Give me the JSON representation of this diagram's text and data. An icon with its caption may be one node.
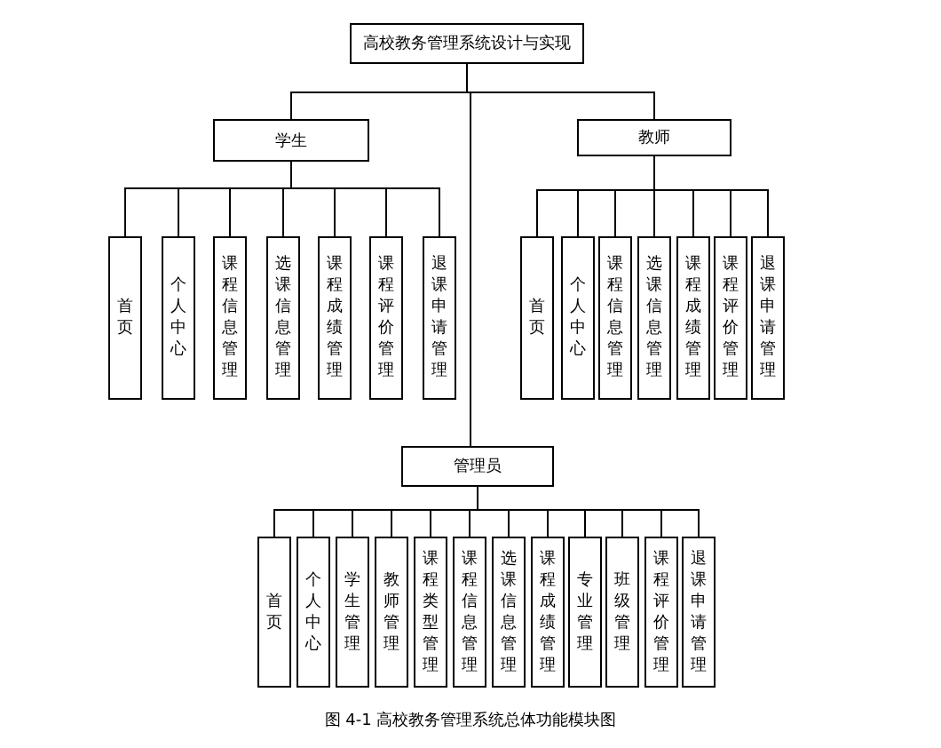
{
  "diagram": {
    "caption": "图 4-1 高校教务管理系统总体功能模块图",
    "nodes": [
      {
        "text": [
          "高校教务管理系统设计与实现"
        ]
      },
      {
        "text": [
          "学生"
        ]
      },
      {
        "text": [
          "教师"
        ]
      },
      {
        "text": [
          "管理员"
        ]
      },
      {
        "text": [
          "首页"
        ]
      },
      {
        "text": [
          "个人中心"
        ]
      },
      {
        "text": [
          "课程信息管理"
        ]
      },
      {
        "text": [
          "选课信息管理"
        ]
      },
      {
        "text": [
          "课程成绩管理"
        ]
      },
      {
        "text": [
          "课程评价管理"
        ]
      },
      {
        "text": [
          "退课申请管理"
        ]
      },
      {
        "text": [
          "首页"
        ]
      },
      {
        "text": [
          "个人中心"
        ]
      },
      {
        "text": [
          "课程信息管理"
        ]
      },
      {
        "text": [
          "选课信息管理"
        ]
      },
      {
        "text": [
          "课程成绩管理"
        ]
      },
      {
        "text": [
          "课程评价管理"
        ]
      },
      {
        "text": [
          "退课申请管理"
        ]
      },
      {
        "text": [
          "首页"
        ]
      },
      {
        "text": [
          "个人中心"
        ]
      },
      {
        "text": [
          "学生管理"
        ]
      },
      {
        "text": [
          "教师管理"
        ]
      },
      {
        "text": [
          "课程类型管理"
        ]
      },
      {
        "text": [
          "课程信息管理"
        ]
      },
      {
        "text": [
          "选课信息管理"
        ]
      },
      {
        "text": [
          "课程成绩管理"
        ]
      },
      {
        "text": [
          "专业管理"
        ]
      },
      {
        "text": [
          "班级管理"
        ]
      },
      {
        "text": [
          "课程评价管理"
        ]
      },
      {
        "text": [
          "退课申请管理"
        ]
      }
    ],
    "edges": [
      {
        "from": 0,
        "to": 1,
        "arrow": "none"
      },
      {
        "from": 0,
        "to": 2,
        "arrow": "none"
      },
      {
        "from": 0,
        "to": 3,
        "arrow": "none"
      },
      {
        "from": 1,
        "to": 4,
        "arrow": "none"
      },
      {
        "from": 1,
        "to": 5,
        "arrow": "none"
      },
      {
        "from": 1,
        "to": 6,
        "arrow": "none"
      },
      {
        "from": 1,
        "to": 7,
        "arrow": "none"
      },
      {
        "from": 1,
        "to": 8,
        "arrow": "none"
      },
      {
        "from": 1,
        "to": 9,
        "arrow": "none"
      },
      {
        "from": 1,
        "to": 10,
        "arrow": "none"
      },
      {
        "from": 2,
        "to": 11,
        "arrow": "none"
      },
      {
        "from": 2,
        "to": 12,
        "arrow": "none"
      },
      {
        "from": 2,
        "to": 13,
        "arrow": "none"
      },
      {
        "from": 2,
        "to": 14,
        "arrow": "none"
      },
      {
        "from": 2,
        "to": 15,
        "arrow": "none"
      },
      {
        "from": 2,
        "to": 16,
        "arrow": "none"
      },
      {
        "from": 2,
        "to": 17,
        "arrow": "none"
      },
      {
        "from": 3,
        "to": 18,
        "arrow": "none"
      },
      {
        "from": 3,
        "to": 19,
        "arrow": "none"
      },
      {
        "from": 3,
        "to": 20,
        "arrow": "none"
      },
      {
        "from": 3,
        "to": 21,
        "arrow": "none"
      },
      {
        "from": 3,
        "to": 22,
        "arrow": "none"
      },
      {
        "from": 3,
        "to": 23,
        "arrow": "none"
      },
      {
        "from": 3,
        "to": 24,
        "arrow": "none"
      },
      {
        "from": 3,
        "to": 25,
        "arrow": "none"
      },
      {
        "from": 3,
        "to": 26,
        "arrow": "none"
      },
      {
        "from": 3,
        "to": 27,
        "arrow": "none"
      },
      {
        "from": 3,
        "to": 28,
        "arrow": "none"
      },
      {
        "from": 3,
        "to": 29,
        "arrow": "none"
      }
    ]
  }
}
